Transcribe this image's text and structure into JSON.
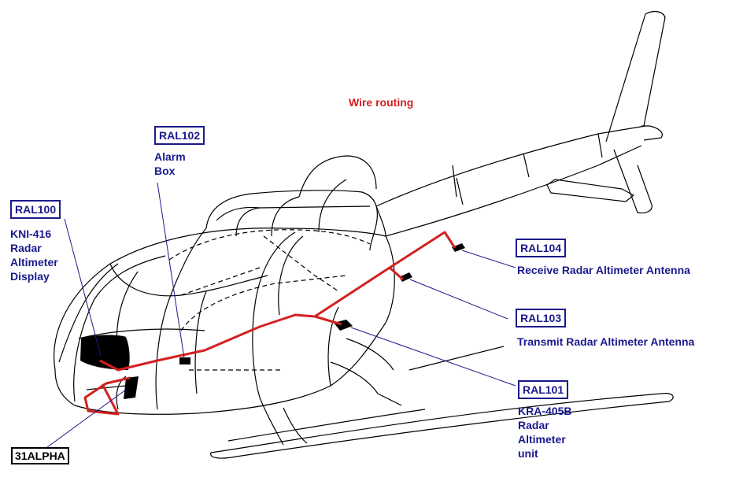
{
  "title": "Wire routing",
  "drawing_tag": "31ALPHA",
  "components": [
    {
      "ref": "RAL100",
      "desc": [
        "KNI-416",
        "Radar",
        "Altimeter",
        "Display"
      ]
    },
    {
      "ref": "RAL101",
      "desc": [
        "KRA-405B",
        "Radar",
        "Altimeter",
        "unit"
      ]
    },
    {
      "ref": "RAL102",
      "desc": [
        "Alarm",
        "Box"
      ]
    },
    {
      "ref": "RAL103",
      "desc": [
        "Transmit Radar Altimeter Antenna"
      ]
    },
    {
      "ref": "RAL104",
      "desc": [
        "Receive Radar Altimeter Antenna"
      ]
    }
  ],
  "colors": {
    "wire": "#d42020",
    "label": "#1a1a8c",
    "outline": "#000000"
  }
}
